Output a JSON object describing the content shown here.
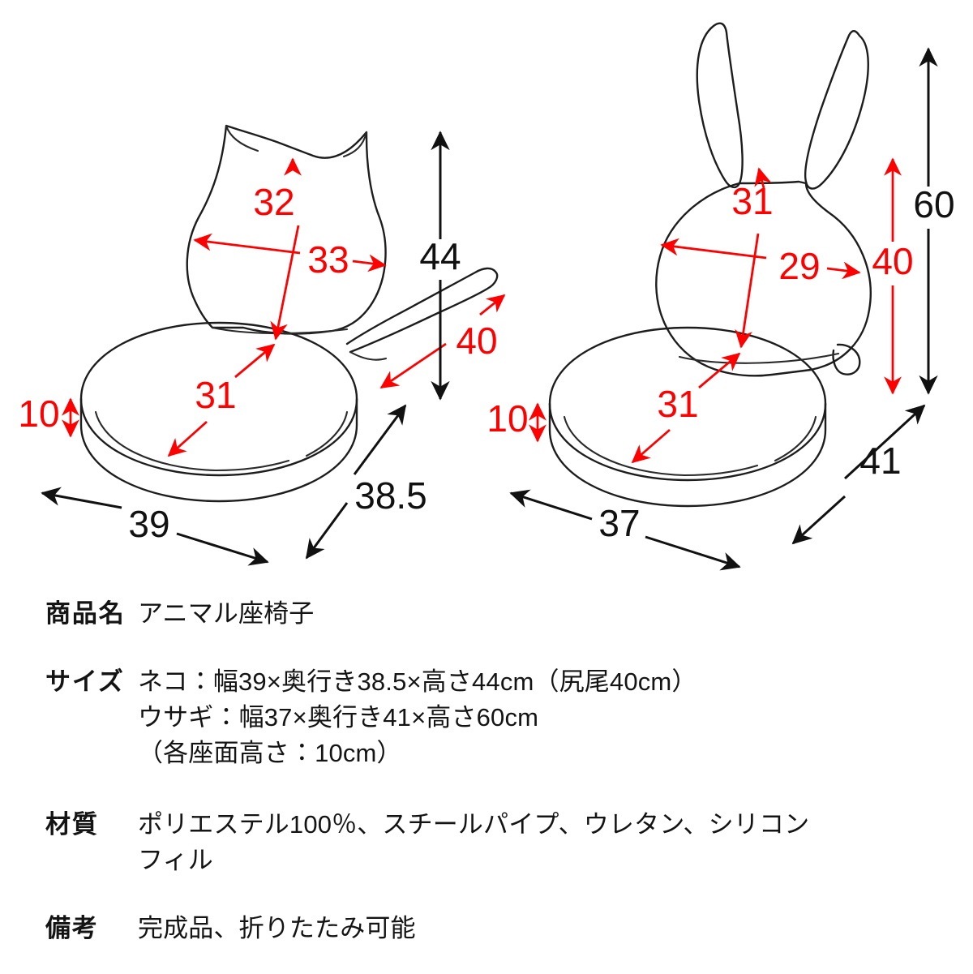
{
  "diagram": {
    "cat": {
      "name": "cat-chair-diagram",
      "dimensions": {
        "backrest_height": "32",
        "backrest_width": "33",
        "seat_depth": "31",
        "seat_thickness": "10",
        "total_height": "44",
        "tail_length": "40",
        "width": "39",
        "depth": "38.5"
      }
    },
    "rabbit": {
      "name": "rabbit-chair-diagram",
      "dimensions": {
        "backrest_height": "31",
        "backrest_width": "29",
        "seat_depth": "31",
        "seat_thickness": "10",
        "total_height": "60",
        "back_height": "40",
        "width": "37",
        "depth": "41"
      }
    },
    "colors": {
      "red_annotation": "#ff0000",
      "black_annotation": "#111111",
      "outline": "#1d1d1d"
    }
  },
  "spec": {
    "rows": [
      {
        "label": "商品名",
        "lines": [
          "アニマル座椅子"
        ]
      },
      {
        "label": "サイズ",
        "lines": [
          "ネコ：幅39×奥行き38.5×高さ44cm（尻尾40cm）",
          "ウサギ：幅37×奥行き41×高さ60cm",
          "（各座面高さ：10cm）"
        ]
      },
      {
        "label": "材質",
        "lines": [
          "ポリエステル100％、スチールパイプ、ウレタン、シリコン",
          "フィル"
        ]
      },
      {
        "label": "備考",
        "lines": [
          "完成品、折りたたみ可能"
        ]
      }
    ]
  }
}
